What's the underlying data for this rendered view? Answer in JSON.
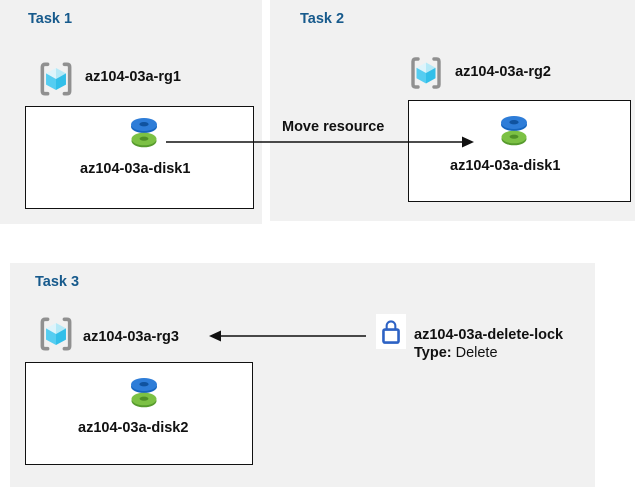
{
  "colors": {
    "panel_bg": "#f1f1f1",
    "task_title_blue": "#175a8c",
    "label_text": "#111111",
    "lock_blue": "#2d62c4",
    "disk_blue_top": "#2e7dd8",
    "disk_blue_rim": "#1565bf",
    "disk_green_top": "#7cc144",
    "disk_green_rim": "#569a2d",
    "cube_left": "#55cdf1",
    "cube_right": "#32bfe9",
    "cube_top": "#d5f2fb",
    "bracket_gray": "#909090",
    "arrow_black": "#111111"
  },
  "icons": {
    "resource_group": "resource-group-icon",
    "disk": "disk-icon",
    "lock": "lock-icon"
  },
  "tasks": {
    "task1": {
      "title": "Task 1",
      "resource_group": "az104-03a-rg1",
      "disk": "az104-03a-disk1"
    },
    "task2": {
      "title": "Task 2",
      "resource_group": "az104-03a-rg2",
      "disk": "az104-03a-disk1"
    },
    "task3": {
      "title": "Task 3",
      "resource_group": "az104-03a-rg3",
      "disk": "az104-03a-disk2"
    }
  },
  "move_arrow": {
    "label": "Move resource"
  },
  "lock": {
    "name": "az104-03a-delete-lock",
    "type_label": "Type:",
    "type_value": "Delete"
  }
}
